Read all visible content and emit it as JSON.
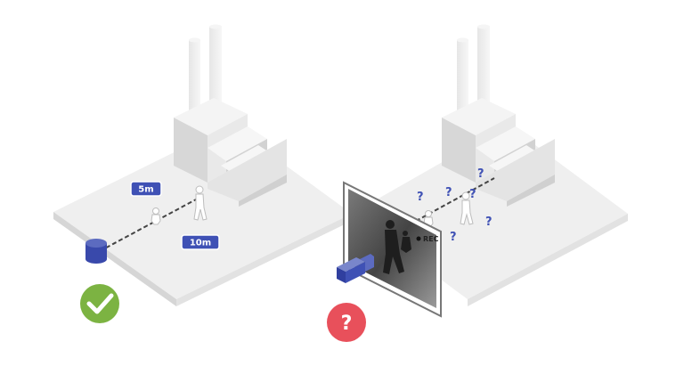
{
  "left_scene": {
    "label_near": "5m",
    "label_far": "10m",
    "status_icon": "checkmark-icon",
    "status_color": "#7cb342",
    "sensor_icon": "cylinder-sensor-icon"
  },
  "right_scene": {
    "rec_label": "REC",
    "question_marks": [
      "?",
      "?",
      "?",
      "?",
      "?",
      "?"
    ],
    "status_glyph": "?",
    "status_color": "#e8505b",
    "camera_icon": "video-camera-icon"
  },
  "colors": {
    "accent_blue": "#3f51b5",
    "platform_top": "#efefef",
    "platform_side": "#d9d9d9"
  }
}
